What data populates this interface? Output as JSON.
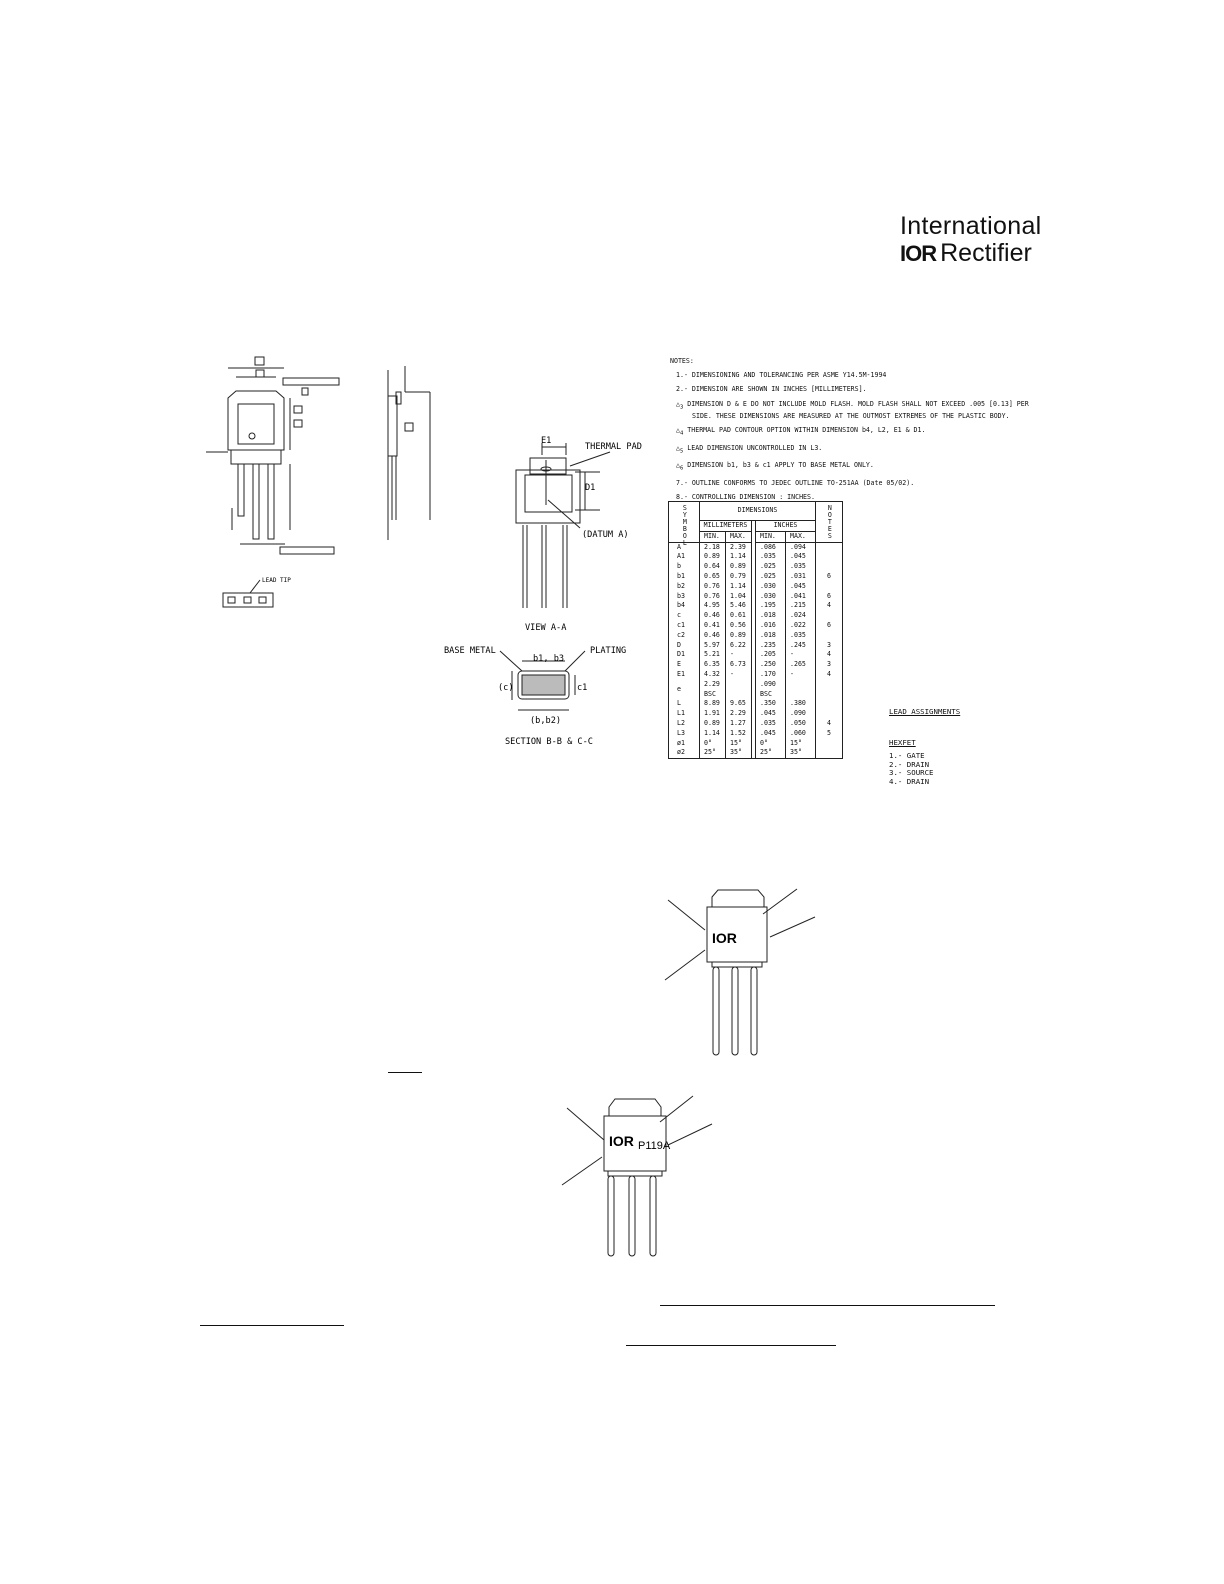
{
  "logo": {
    "line1": "International",
    "brand": "IOR",
    "line2": "Rectifier"
  },
  "notes": {
    "title": "NOTES:",
    "items": [
      "1.- DIMENSIONING AND TOLERANCING PER ASME Y14.5M-1994",
      "2.- DIMENSION ARE SHOWN IN INCHES [MILLIMETERS].",
      "DIMENSION D & E DO NOT INCLUDE MOLD FLASH. MOLD FLASH SHALL NOT EXCEED .005 [0.13] PER",
      "SIDE. THESE DIMENSIONS ARE MEASURED AT THE OUTMOST EXTREMES OF THE PLASTIC BODY.",
      "THERMAL PAD CONTOUR OPTION WITHIN DIMENSION b4, L2, E1 & D1.",
      "LEAD DIMENSION UNCONTROLLED IN L3.",
      "DIMENSION b1, b3 & c1 APPLY TO BASE METAL ONLY.",
      "7.- OUTLINE CONFORMS TO JEDEC OUTLINE TO-251AA (Date 05/02).",
      "8.- CONTROLLING DIMENSION : INCHES."
    ],
    "markers": [
      "3",
      "4",
      "5",
      "6"
    ]
  },
  "table": {
    "symbol_header": "SYMBOL",
    "dimensions_header": "DIMENSIONS",
    "mm_header": "MILLIMETERS",
    "in_header": "INCHES",
    "notes_header": "NOTES",
    "min": "MIN.",
    "max": "MAX.",
    "rows": [
      [
        "A",
        "2.18",
        "2.39",
        ".086",
        ".094",
        ""
      ],
      [
        "A1",
        "0.89",
        "1.14",
        ".035",
        ".045",
        ""
      ],
      [
        "b",
        "0.64",
        "0.89",
        ".025",
        ".035",
        ""
      ],
      [
        "b1",
        "0.65",
        "0.79",
        ".025",
        ".031",
        "6"
      ],
      [
        "b2",
        "0.76",
        "1.14",
        ".030",
        ".045",
        ""
      ],
      [
        "b3",
        "0.76",
        "1.04",
        ".030",
        ".041",
        "6"
      ],
      [
        "b4",
        "4.95",
        "5.46",
        ".195",
        ".215",
        "4"
      ],
      [
        "c",
        "0.46",
        "0.61",
        ".018",
        ".024",
        ""
      ],
      [
        "c1",
        "0.41",
        "0.56",
        ".016",
        ".022",
        "6"
      ],
      [
        "c2",
        "0.46",
        "0.89",
        ".018",
        ".035",
        ""
      ],
      [
        "D",
        "5.97",
        "6.22",
        ".235",
        ".245",
        "3"
      ],
      [
        "D1",
        "5.21",
        "-",
        ".205",
        "-",
        "4"
      ],
      [
        "E",
        "6.35",
        "6.73",
        ".250",
        ".265",
        "3"
      ],
      [
        "E1",
        "4.32",
        "-",
        ".170",
        "-",
        "4"
      ],
      [
        "e",
        "2.29 BSC",
        "",
        ".090 BSC",
        "",
        ""
      ],
      [
        "L",
        "8.89",
        "9.65",
        ".350",
        ".380",
        ""
      ],
      [
        "L1",
        "1.91",
        "2.29",
        ".045",
        ".090",
        ""
      ],
      [
        "L2",
        "0.89",
        "1.27",
        ".035",
        ".050",
        "4"
      ],
      [
        "L3",
        "1.14",
        "1.52",
        ".045",
        ".060",
        "5"
      ],
      [
        "ø1",
        "0°",
        "15°",
        "0°",
        "15°",
        ""
      ],
      [
        "ø2",
        "25°",
        "35°",
        "25°",
        "35°",
        ""
      ]
    ]
  },
  "lead_assignments": {
    "title": "LEAD ASSIGNMENTS",
    "family": "HEXFET",
    "items": [
      "1.- GATE",
      "2.- DRAIN",
      "3.- SOURCE",
      "4.- DRAIN"
    ]
  },
  "drawing_labels": {
    "thermal_pad": "THERMAL PAD",
    "datum_a": "(DATUM A)",
    "view_aa": "VIEW A-A",
    "base_metal": "BASE METAL",
    "plating": "PLATING",
    "b1b3": "b1, b3",
    "c": "(c)",
    "c1": "c1",
    "bb2": "(b,b2)",
    "section": "SECTION B-B & C-C",
    "lead_tip": "LEAD TIP",
    "e1": "E1",
    "d1": "D1"
  },
  "part_marking": {
    "brand": "IOR",
    "part": "P119A"
  }
}
